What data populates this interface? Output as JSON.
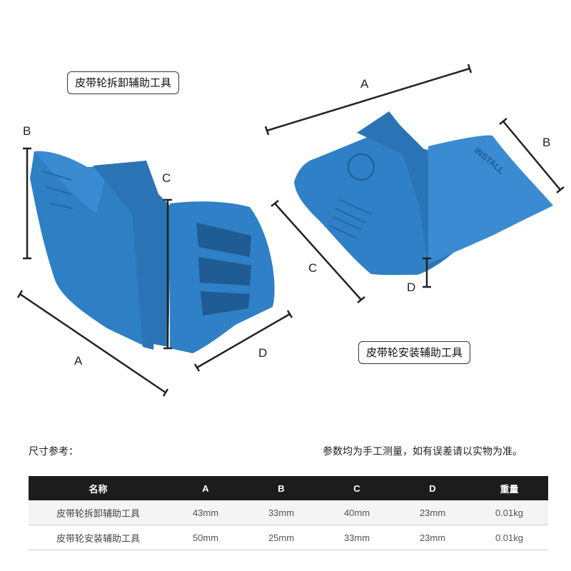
{
  "labels": {
    "removal_tool": "皮带轮拆卸辅助工具",
    "install_tool": "皮带轮安装辅助工具",
    "install_emboss": "INSTALL"
  },
  "dimensions": {
    "left": {
      "a": "A",
      "b": "B",
      "c": "C",
      "d": "D"
    },
    "right": {
      "a": "A",
      "b": "B",
      "c": "C",
      "d": "D"
    }
  },
  "notes": {
    "size_ref": "尺寸参考：",
    "disclaimer": "参数均为手工测量，如有误差请以实物为准。"
  },
  "colors": {
    "tool_blue": "#2f7fc4",
    "header_bg": "#1c1c1c"
  },
  "table": {
    "headers": [
      "名称",
      "A",
      "B",
      "C",
      "D",
      "重量"
    ],
    "rows": [
      [
        "皮带轮拆卸辅助工具",
        "43mm",
        "33mm",
        "40mm",
        "23mm",
        "0.01kg"
      ],
      [
        "皮带轮安装辅助工具",
        "50mm",
        "25mm",
        "33mm",
        "23mm",
        "0.01kg"
      ]
    ]
  }
}
